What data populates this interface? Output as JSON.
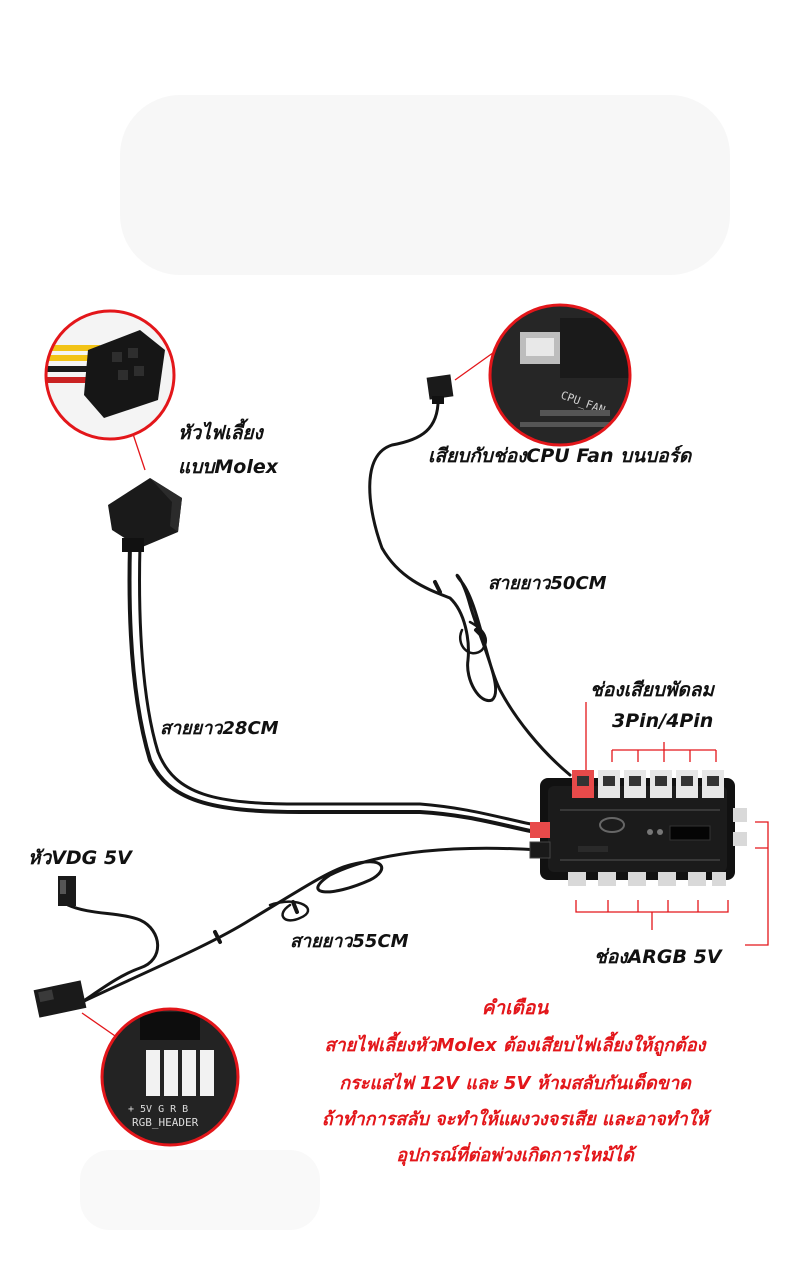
{
  "labels": {
    "molex_line1": "หัวไฟเลี้ยง",
    "molex_line2": "แบบMolex",
    "cpu_fan": "เสียบกับช่องCPU Fan บนบอร์ด",
    "cable_50": "สายยาว50CM",
    "cable_28": "สายยาว28CM",
    "fan_port_line1": "ช่องเสียบพัดลม",
    "fan_port_line2": "3Pin/4Pin",
    "vdg": "หัวVDG 5V",
    "cable_55": "สายยาว55CM",
    "argb": "ช่องARGB 5V"
  },
  "inset": {
    "cpu_fan_silk": "CPU_FAN",
    "rgb_header": "RGB_HEADER",
    "rgb_pins": "+ 5V G R B"
  },
  "warning": {
    "title": "คำเตือน",
    "line1": "สายไฟเลี้ยงหัวMolex ต้องเสียบไฟเลี้ยงให้ถูกต้อง",
    "line2": "กระแสไฟ 12V และ 5V ห้ามสลับกันเด็ดขาด",
    "line3": "ถ้าทำการสลับ จะทำให้แผงวงจรเสีย และอาจทำให้",
    "line4": "อุปกรณ์ที่ต่อพ่วงเกิดการไหม้ได้"
  },
  "colors": {
    "accent_red": "#e3161a",
    "cable": "#151515",
    "pcb": "#111111"
  }
}
